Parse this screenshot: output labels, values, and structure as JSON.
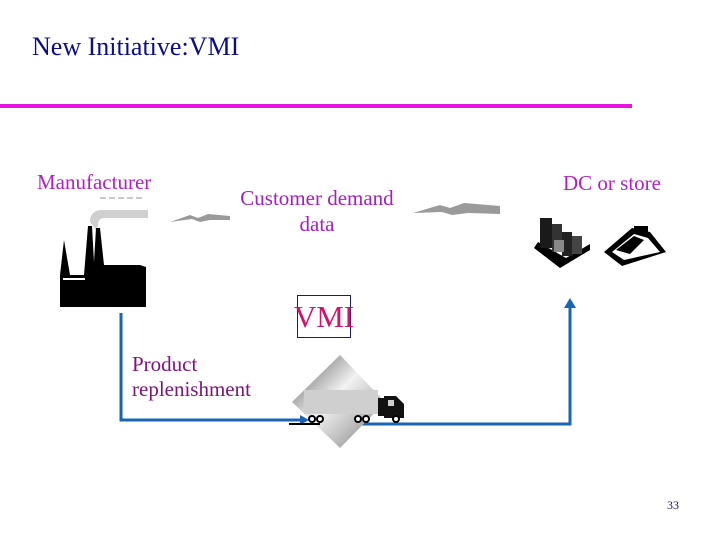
{
  "slide": {
    "title": "New Initiative:VMI",
    "page_number": "33"
  },
  "diagram": {
    "nodes": {
      "manufacturer": {
        "label": "Manufacturer",
        "icon": "factory-icon"
      },
      "dc_or_store": {
        "label": "DC or store",
        "icons": [
          "warehouse-icon",
          "cash-register-icon"
        ]
      },
      "vmi": {
        "label": "VMI",
        "icon": "truck-icon"
      }
    },
    "flows": {
      "information": {
        "label": "Customer demand data",
        "label_line1": "Customer demand",
        "label_line2": "data",
        "direction": "DC or store → Manufacturer",
        "style": "lightning-arrow"
      },
      "material": {
        "label": "Product replenishment",
        "label_line1": "Product",
        "label_line2": "replenishment",
        "direction": "Manufacturer → VMI → DC or store",
        "style": "blue-arrow"
      }
    }
  },
  "colors": {
    "title": "#0c0c86",
    "rule": "#e614e0",
    "node_label": "#b21ec4",
    "flow_label": "#7e1282",
    "vmi_text": "#d3126c",
    "vmi_border": "#1a1a70",
    "flow_line": "#1a64b8"
  }
}
